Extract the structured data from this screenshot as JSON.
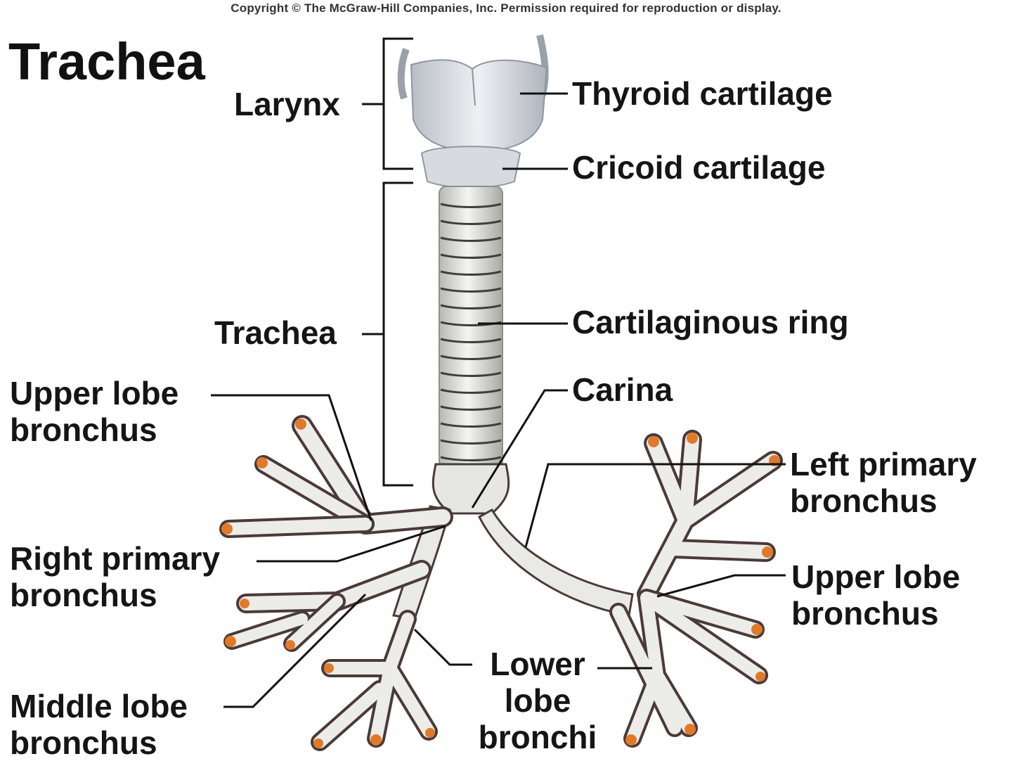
{
  "copyright": "Copyright © The McGraw-Hill Companies, Inc. Permission required for reproduction or display.",
  "title": "Trachea",
  "labels": {
    "larynx": "Larynx",
    "thyroid_cartilage": "Thyroid cartilage",
    "cricoid_cartilage": "Cricoid cartilage",
    "trachea": "Trachea",
    "cartilaginous_ring": "Cartilaginous ring",
    "carina": "Carina",
    "upper_lobe_bronchus_right": [
      "Upper lobe",
      "bronchus"
    ],
    "left_primary_bronchus": [
      "Left primary",
      "bronchus"
    ],
    "right_primary_bronchus": [
      "Right primary",
      "bronchus"
    ],
    "upper_lobe_bronchus_left": [
      "Upper lobe",
      "bronchus"
    ],
    "lower_lobe_bronchi": [
      "Lower",
      "lobe",
      "bronchi"
    ],
    "middle_lobe_bronchus": [
      "Middle lobe",
      "bronchus"
    ]
  },
  "colors": {
    "cartilage": "#d9dde3",
    "airway": "#e9e9e6",
    "airway_shadow": "#4a3a38",
    "bronchiole_tip": "#e07a2a",
    "leader_line": "#111111"
  }
}
